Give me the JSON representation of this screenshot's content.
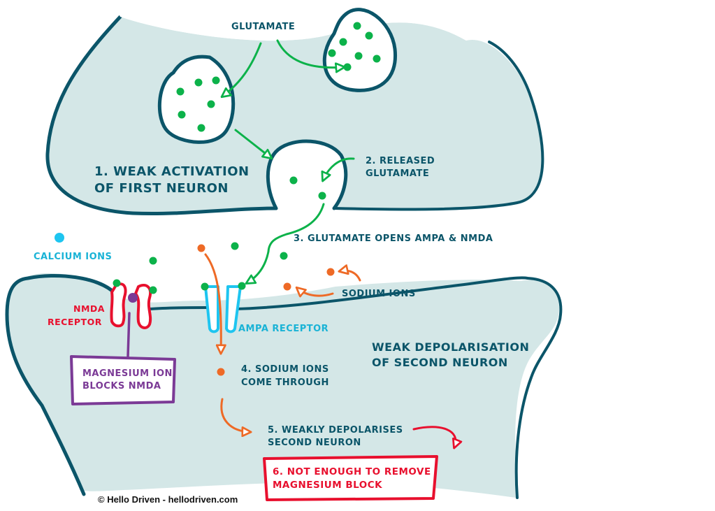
{
  "diagram": {
    "title": "Weak activation of synapse: NMDA receptor blocked by magnesium",
    "colors": {
      "neuron_fill": "#d4e7e7",
      "outline": "#0b5569",
      "glutamate": "#0cb24a",
      "sodium": "#ee6a26",
      "calcium": "#1ec5f0",
      "nmda": "#e8102e",
      "ampa": "#1ec5f0",
      "magnesium": "#7b3a96",
      "label_dark": "#0b5569"
    },
    "labels": {
      "glutamate": "GLUTAMATE",
      "step1_line1": "1. WEAK ACTIVATION",
      "step1_line2": "OF FIRST NEURON",
      "step2_line1": "2. RELEASED",
      "step2_line2": "GLUTAMATE",
      "step3": "3. GLUTAMATE OPENS AMPA & NMDA",
      "calcium_ions": "CALCIUM  IONS",
      "sodium_ions": "SODIUM IONS",
      "nmda_line1": "NMDA",
      "nmda_line2": "RECEPTOR",
      "ampa_receptor": "AMPA RECEPTOR",
      "magnesium_line1": "MAGNESIUM ION",
      "magnesium_line2": "BLOCKS NMDA",
      "second_neuron_line1": "WEAK DEPOLARISATION",
      "second_neuron_line2": "OF SECOND NEURON",
      "step4_line1": "4. SODIUM IONS",
      "step4_line2": "COME THROUGH",
      "step5_line1": "5. WEAKLY DEPOLARISES",
      "step5_line2": "SECOND NEURON",
      "step6_line1": "6. NOT ENOUGH TO REMOVE",
      "step6_line2": "MAGNESIUM BLOCK",
      "copyright": "© Hello Driven - hellodriven.com"
    },
    "legend": {
      "glutamate": "green dot",
      "sodium": "orange dot",
      "calcium": "cyan dot",
      "magnesium": "purple dot"
    }
  }
}
